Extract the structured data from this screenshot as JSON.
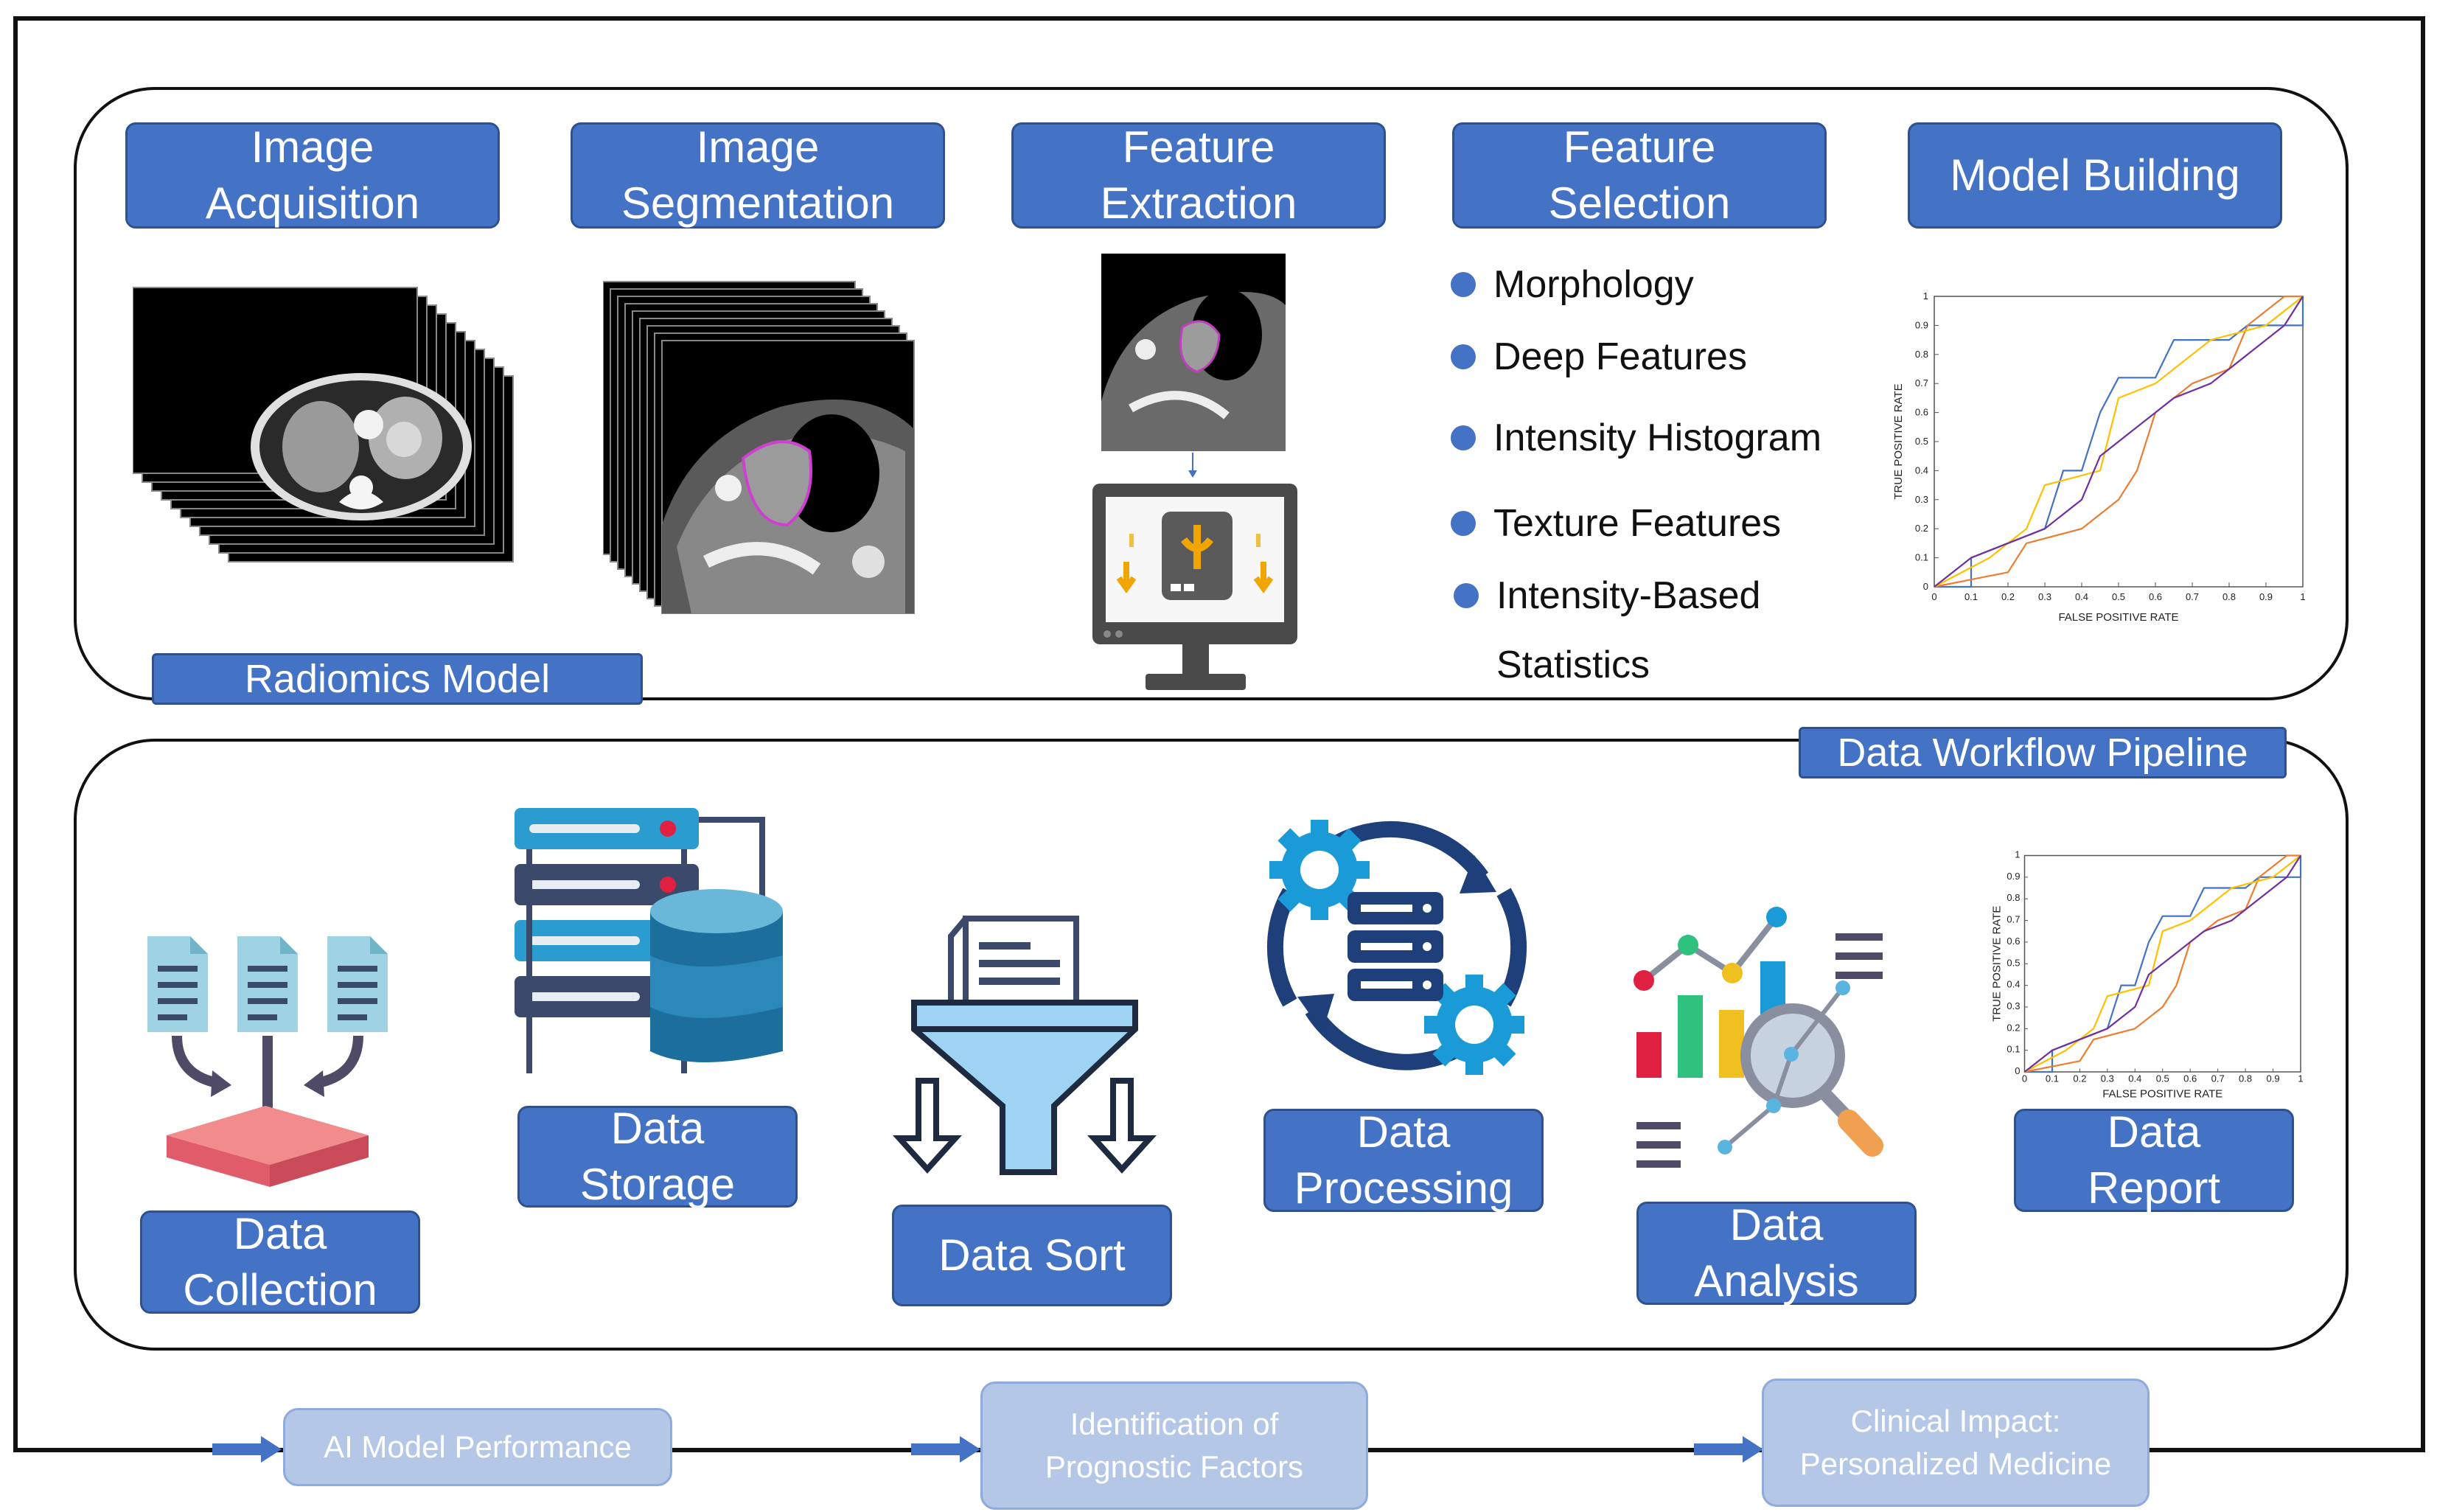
{
  "radiomics": {
    "label": "Radiomics Model",
    "steps": [
      {
        "label": "Image\nAcquisition"
      },
      {
        "label": "Image\nSegmentation"
      },
      {
        "label": "Feature\nExtraction"
      },
      {
        "label": "Feature\nSelection"
      },
      {
        "label": "Model Building"
      }
    ],
    "features": [
      "Morphology",
      "Deep Features",
      "Intensity Histogram",
      "Texture Features",
      "Intensity-Based"
    ],
    "features_cont": "Statistics"
  },
  "workflow": {
    "label": "Data Workflow Pipeline",
    "steps": [
      {
        "label": "Data\nCollection"
      },
      {
        "label": "Data\nStorage"
      },
      {
        "label": "Data Sort"
      },
      {
        "label": "Data\nProcessing"
      },
      {
        "label": "Data\nAnalysis"
      },
      {
        "label": "Data\nReport"
      }
    ]
  },
  "outcomes": [
    {
      "label": "AI Model Performance"
    },
    {
      "label": "Identification of\nPrognostic Factors"
    },
    {
      "label": "Clinical Impact:\nPersonalized Medicine"
    }
  ],
  "colors": {
    "box_fill": "#4472c4",
    "box_border": "#2f528f",
    "outcome_fill": "#b4c7e7",
    "roc_series": [
      "#4472c4",
      "#ed7d31",
      "#ffc000",
      "#7030a0"
    ]
  },
  "roc": {
    "xlabel": "FALSE POSITIVE RATE",
    "ylabel": "TRUE POSITIVE RATE",
    "ticks": [
      "0",
      "0.1",
      "0.2",
      "0.3",
      "0.4",
      "0.5",
      "0.6",
      "0.7",
      "0.8",
      "0.9",
      "1"
    ],
    "series": [
      {
        "points": [
          [
            0,
            0
          ],
          [
            0.1,
            0
          ],
          [
            0.1,
            0.1
          ],
          [
            0.3,
            0.2
          ],
          [
            0.35,
            0.4
          ],
          [
            0.4,
            0.4
          ],
          [
            0.45,
            0.6
          ],
          [
            0.5,
            0.72
          ],
          [
            0.6,
            0.72
          ],
          [
            0.65,
            0.85
          ],
          [
            0.8,
            0.85
          ],
          [
            0.85,
            0.9
          ],
          [
            1,
            0.9
          ],
          [
            1,
            1
          ]
        ]
      },
      {
        "points": [
          [
            0,
            0
          ],
          [
            0.2,
            0.05
          ],
          [
            0.25,
            0.15
          ],
          [
            0.4,
            0.2
          ],
          [
            0.5,
            0.3
          ],
          [
            0.55,
            0.4
          ],
          [
            0.6,
            0.6
          ],
          [
            0.7,
            0.7
          ],
          [
            0.8,
            0.75
          ],
          [
            0.85,
            0.9
          ],
          [
            0.95,
            1
          ],
          [
            1,
            1
          ]
        ]
      },
      {
        "points": [
          [
            0,
            0
          ],
          [
            0.15,
            0.1
          ],
          [
            0.25,
            0.2
          ],
          [
            0.3,
            0.35
          ],
          [
            0.45,
            0.4
          ],
          [
            0.5,
            0.65
          ],
          [
            0.6,
            0.7
          ],
          [
            0.75,
            0.85
          ],
          [
            0.9,
            0.9
          ],
          [
            1,
            1
          ]
        ]
      },
      {
        "points": [
          [
            0,
            0
          ],
          [
            0.1,
            0.1
          ],
          [
            0.3,
            0.2
          ],
          [
            0.4,
            0.3
          ],
          [
            0.45,
            0.45
          ],
          [
            0.55,
            0.55
          ],
          [
            0.65,
            0.65
          ],
          [
            0.75,
            0.7
          ],
          [
            0.85,
            0.8
          ],
          [
            0.95,
            0.9
          ],
          [
            1,
            1
          ]
        ]
      }
    ]
  }
}
